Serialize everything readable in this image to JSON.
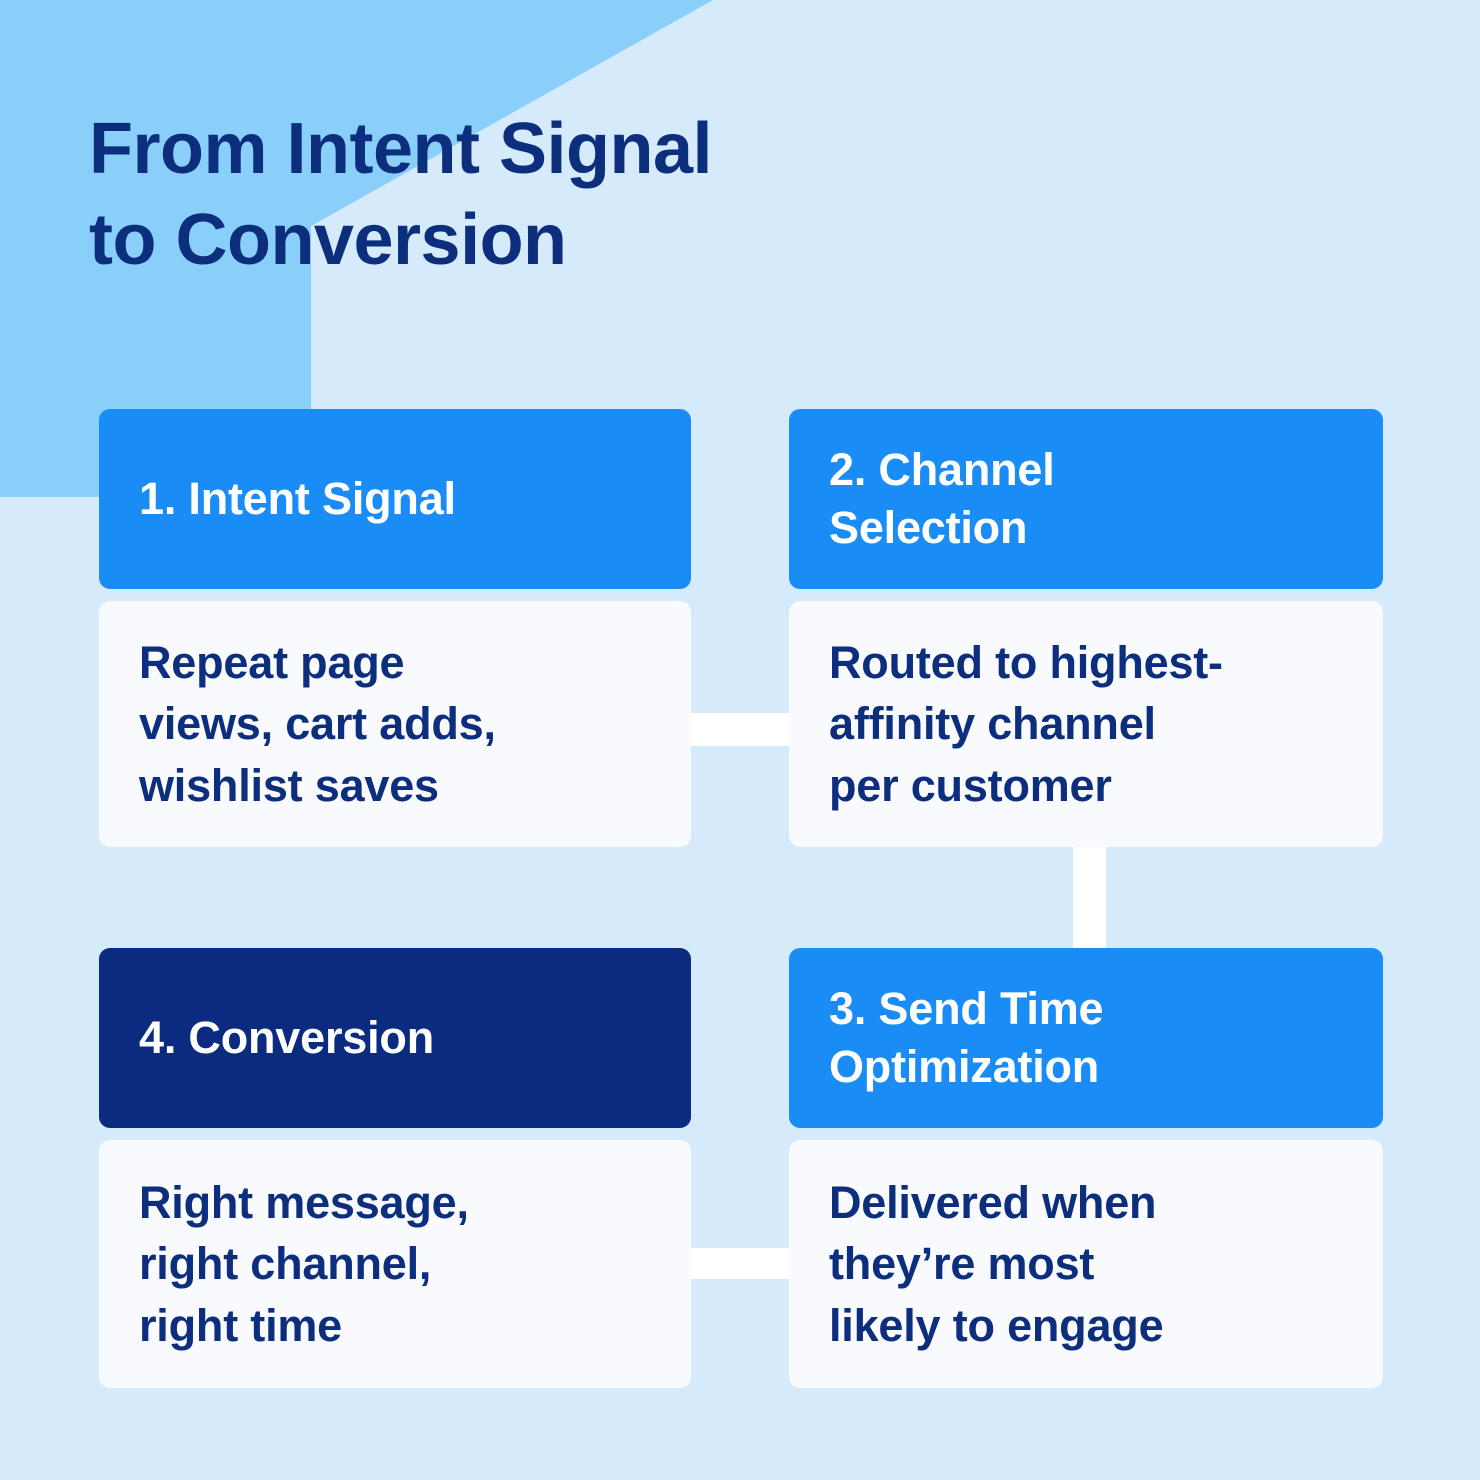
{
  "title": "From Intent Signal\nto Conversion",
  "colors": {
    "background": "#d5ebfb",
    "background_accent": "#89cffa",
    "title_navy": "#0d2e7d",
    "header_blue": "#1a8cf5",
    "header_navy": "#0a2b80",
    "card_body": "#f8fafd",
    "connector_white": "#ffffff"
  },
  "steps": [
    {
      "id": "step-1",
      "header": "1. Intent Signal",
      "body": "Repeat page\nviews, cart adds,\nwishlist saves",
      "header_style": "accent-blue"
    },
    {
      "id": "step-2",
      "header": "2. Channel\nSelection",
      "body": "Routed to highest-\naffinity channel\nper customer",
      "header_style": "accent-blue"
    },
    {
      "id": "step-3",
      "header": "3. Send Time\nOptimization",
      "body": "Delivered when\nthey’re most\nlikely to engage",
      "header_style": "accent-blue"
    },
    {
      "id": "step-4",
      "header": "4. Conversion",
      "body": "Right message,\nright channel,\nright time",
      "header_style": "accent-navy"
    }
  ]
}
